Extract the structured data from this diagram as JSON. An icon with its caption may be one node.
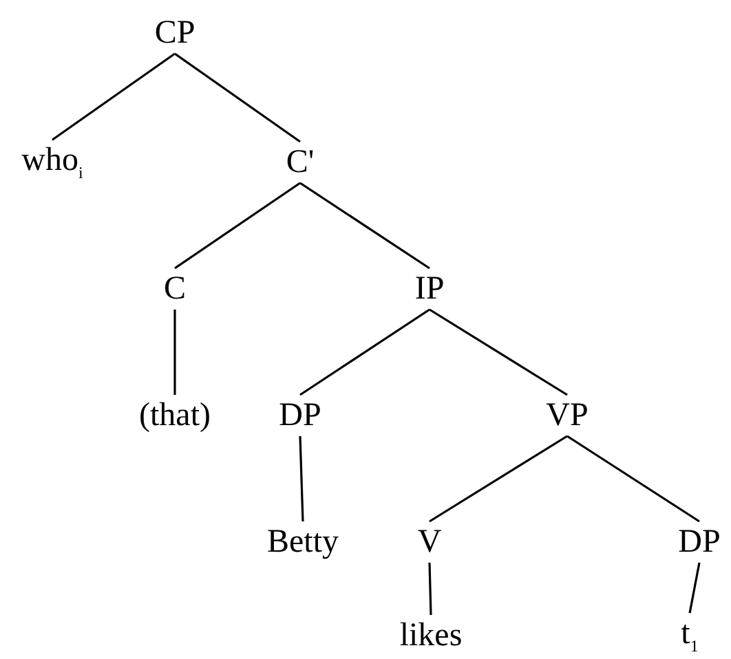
{
  "diagram": {
    "nodes": [
      {
        "text": [
          "CP"
        ]
      },
      {
        "text": [
          "who$_{i}$"
        ]
      },
      {
        "text": [
          "C'"
        ]
      },
      {
        "text": [
          "C"
        ]
      },
      {
        "text": [
          "IP"
        ]
      },
      {
        "text": [
          "(that)"
        ]
      },
      {
        "text": [
          "DP"
        ]
      },
      {
        "text": [
          "VP"
        ]
      },
      {
        "text": [
          "Betty"
        ]
      },
      {
        "text": [
          "V"
        ]
      },
      {
        "text": [
          "DP"
        ]
      },
      {
        "text": [
          "likes"
        ]
      },
      {
        "text": [
          "t$_{1}$"
        ]
      }
    ],
    "edges": [
      {
        "from": 0,
        "to": 1,
        "arrow": "none"
      },
      {
        "from": 0,
        "to": 2,
        "arrow": "none"
      },
      {
        "from": 2,
        "to": 3,
        "arrow": "none"
      },
      {
        "from": 2,
        "to": 4,
        "arrow": "none"
      },
      {
        "from": 3,
        "to": 5,
        "arrow": "none"
      },
      {
        "from": 4,
        "to": 6,
        "arrow": "none"
      },
      {
        "from": 4,
        "to": 7,
        "arrow": "none"
      },
      {
        "from": 6,
        "to": 8,
        "arrow": "none"
      },
      {
        "from": 7,
        "to": 9,
        "arrow": "none"
      },
      {
        "from": 7,
        "to": 10,
        "arrow": "none"
      },
      {
        "from": 9,
        "to": 11,
        "arrow": "none"
      },
      {
        "from": 10,
        "to": 12,
        "arrow": "none"
      }
    ]
  }
}
